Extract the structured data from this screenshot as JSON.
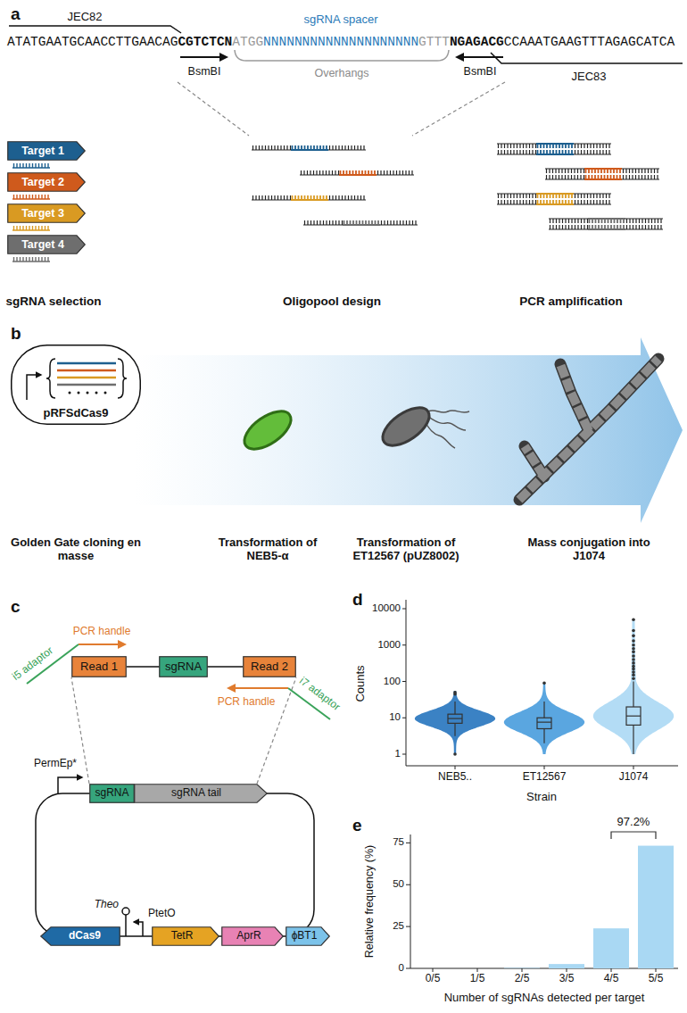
{
  "diagram": {
    "nodes": [
      {
        "text": [
          "Target 1"
        ]
      },
      {
        "text": [
          "Target 2"
        ]
      },
      {
        "text": [
          "Target 3"
        ]
      },
      {
        "text": [
          "Target 4"
        ]
      },
      {
        "text": [
          "pRFSdCas9"
        ]
      },
      {
        "text": [
          "Read 1"
        ]
      },
      {
        "text": [
          "sgRNA"
        ]
      },
      {
        "text": [
          "Read 2"
        ]
      },
      {
        "text": [
          "sgRNA"
        ]
      },
      {
        "text": [
          "sgRNA tail"
        ]
      },
      {
        "text": [
          "dCas9"
        ]
      },
      {
        "text": [
          "TetR"
        ]
      },
      {
        "text": [
          "AprR"
        ]
      },
      {
        "text": [
          "ϕBT1"
        ]
      }
    ],
    "edges": [
      {
        "from": 8,
        "to": 5,
        "arrow": "none"
      },
      {
        "from": 9,
        "to": 7,
        "arrow": "none"
      }
    ],
    "labels": [
      "a",
      "JEC82",
      "sgRNA spacer",
      "ATATGAATGCAACCTTGAACAG",
      "CGTCTCN",
      "ATGG",
      "NNNNNNNNNNNNNNNNNNNN",
      "GTTT",
      "NGAGACG",
      "CCAAATGAAGTTTAGAGCATCA",
      "BsmBI",
      "Overhangs",
      "BsmBI",
      "JEC83",
      "sgRNA selection",
      "Oligopool design",
      "PCR amplification",
      "b",
      "Golden Gate cloning en masse",
      "Transformation of NEB5-α",
      "Transformation of ET12567 (pUZ8002)",
      "Mass conjugation into J1074",
      "c",
      "PCR handle",
      "i5 adaptor",
      "PCR handle",
      "i7 adaptor",
      "PermEp*",
      "Theo",
      "PtetO",
      "d",
      "10000",
      "1000",
      "100",
      "10",
      "1",
      "Counts",
      "NEB5..",
      "ET12567",
      "J1074",
      "Strain",
      "e",
      "75",
      "50",
      "25",
      "0",
      "Relative frequency (%)",
      "0/5",
      "1/5",
      "2/5",
      "3/5",
      "4/5",
      "5/5",
      "Number of sgRNAs detected per target",
      "97.2%"
    ]
  }
}
